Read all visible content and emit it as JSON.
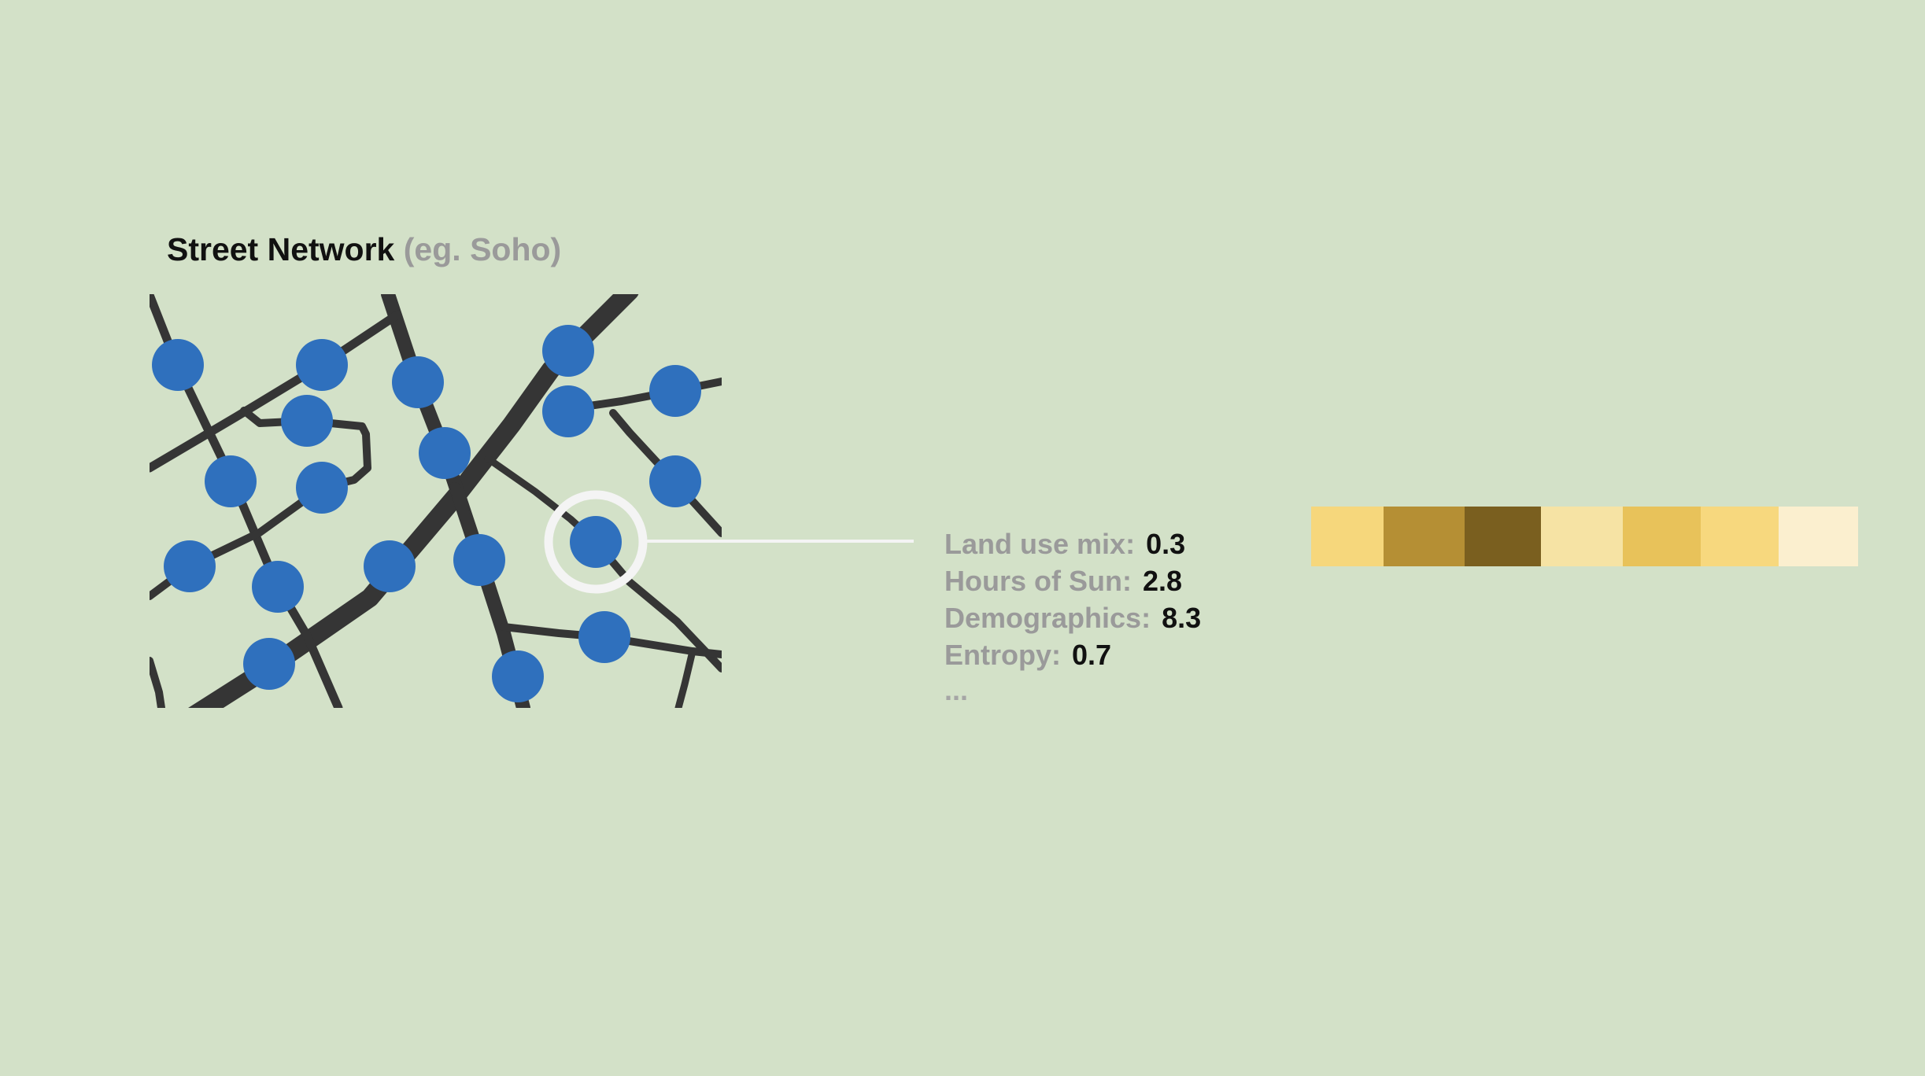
{
  "title": {
    "main": "Street Network",
    "sub": "(eg. Soho)"
  },
  "colors": {
    "background": "#d3e1c8",
    "street": "#353535",
    "node": "#2f70bd",
    "highlight_ring": "#f4f4f4"
  },
  "features": [
    {
      "label": "Land use mix:",
      "value": "0.3"
    },
    {
      "label": "Hours of Sun:",
      "value": "2.8"
    },
    {
      "label": "Demographics:",
      "value": "8.3"
    },
    {
      "label": "Entropy:",
      "value": "0.7"
    }
  ],
  "more": "...",
  "swatches": [
    {
      "color": "#f6d77c"
    },
    {
      "color": "#b58f34"
    },
    {
      "color": "#7a5f1f"
    },
    {
      "color": "#f6e3a4"
    },
    {
      "color": "#e8c25a"
    },
    {
      "color": "#f7d87e"
    },
    {
      "color": "#fbefcf"
    }
  ]
}
